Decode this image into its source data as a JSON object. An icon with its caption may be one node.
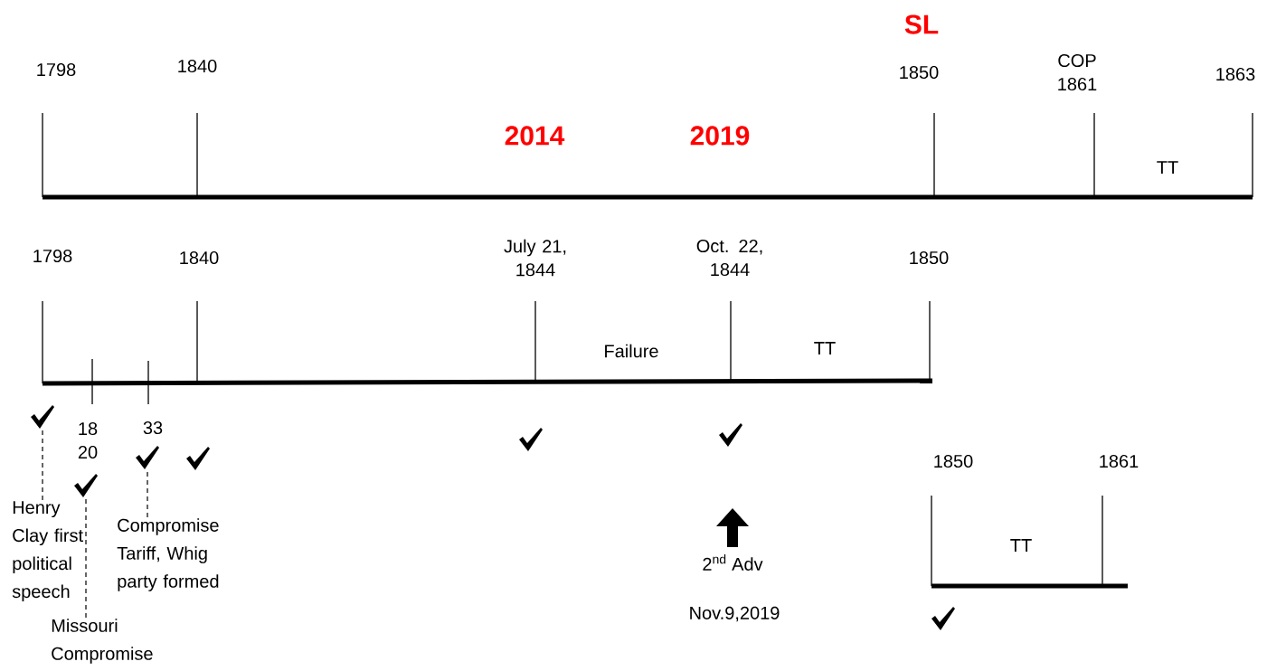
{
  "diagram": {
    "nodes": [
      {
        "text": [],
        "shape": "picture"
      },
      {
        "text": [],
        "shape": "picture"
      },
      {
        "text": [],
        "shape": "picture"
      },
      {
        "text": [
          "Henry Clay first political speech"
        ]
      },
      {
        "text": [
          "Missouri Compromise"
        ]
      },
      {
        "text": [
          "Compromise Tariff, Whig party formed"
        ]
      }
    ],
    "edges": [
      {
        "from": 3,
        "to": 0,
        "arrow": "none",
        "style": "dashed"
      },
      {
        "from": 4,
        "to": 1,
        "arrow": "none",
        "style": "dashed"
      },
      {
        "from": 5,
        "to": 2,
        "arrow": "none",
        "style": "dashed"
      }
    ],
    "labels": [
      "1798",
      "1840",
      "2014",
      "2019",
      "SL",
      "1850",
      "COP 1861",
      "1863",
      "TT",
      "1798",
      "1840",
      "July 21, 1844",
      "Oct. 22, 1844",
      "1850",
      "Failure",
      "TT",
      "18 20",
      "33",
      "2$^{nd}$ Adv",
      "Nov.9,2019",
      "1850",
      "1861",
      "TT"
    ]
  }
}
